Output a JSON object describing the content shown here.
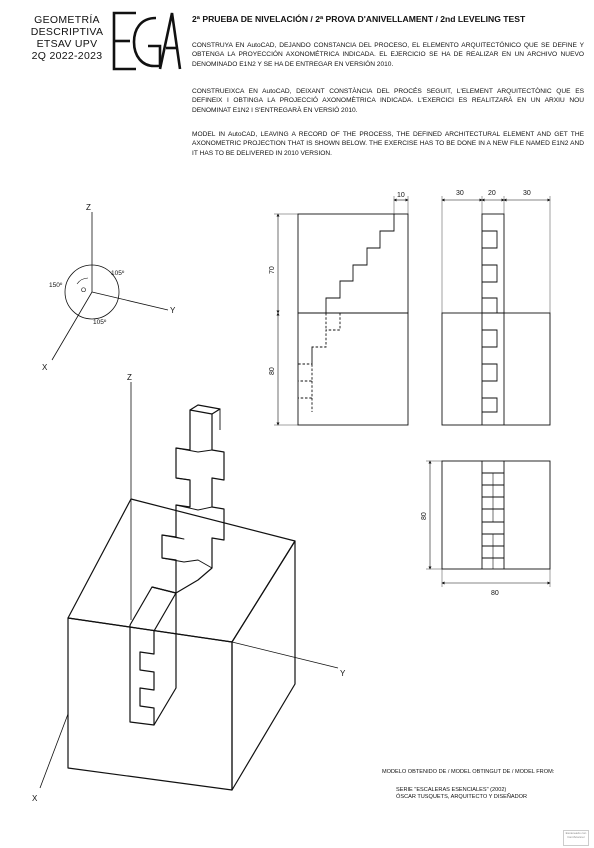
{
  "header": {
    "lines": [
      "GEOMETRÍA",
      "DESCRIPTIVA",
      "ETSAV UPV",
      "2Q 2022-2023"
    ],
    "title": "2ª PRUEBA DE NIVELACIÓN / 2ª PROVA D'ANIVELLAMENT / 2nd LEVELING TEST"
  },
  "instructions": {
    "es": "CONSTRUYA EN AutoCAD, DEJANDO CONSTANCIA DEL PROCESO, EL ELEMENTO ARQUITECTÓNICO QUE SE DEFINE Y OBTENGA LA PROYECCIÓN AXONOMÉTRICA INDICADA. EL EJERCICIO SE HA DE REALIZAR EN UN ARCHIVO NUEVO DENOMINADO E1N2 Y SE HA DE ENTREGAR EN VERSIÓN 2010.",
    "ca": "CONSTRUEIXCA EN AutoCAD, DEIXANT CONSTÀNCIA DEL PROCÉS SEGUIT, L'ELEMENT ARQUITECTÒNIC QUE ES DEFINEIX I OBTINGA LA PROJECCIÓ AXONOMÈTRICA INDICADA. L'EXERCICI ES REALITZARÀ EN UN ARXIU NOU DENOMINAT E1N2 I S'ENTREGARÀ EN VERSIÓ 2010.",
    "en": "MODEL IN AutoCAD, LEAVING A RECORD OF THE PROCESS, THE DEFINED ARCHITECTURAL ELEMENT AND GET THE AXONOMETRIC PROJECTION THAT IS SHOWN BELOW. THE EXERCISE HAS TO BE DONE IN A NEW FILE NAMED E1N2 AND IT HAS TO BE DELIVERED IN 2010 VERSION."
  },
  "axes": {
    "z": "Z",
    "y": "Y",
    "x": "X",
    "origin": "O",
    "angle_left": "150º",
    "angle_right": "105º",
    "angle_bottom": "105º"
  },
  "axo_axes": {
    "z": "Z",
    "y": "Y",
    "x": "X"
  },
  "dimensions": {
    "front_top": "10",
    "front_upper_height": "70",
    "front_lower_height": "80",
    "side_left": "30",
    "side_mid": "20",
    "side_right": "30",
    "plan_height": "80",
    "plan_width": "80"
  },
  "credits": {
    "heading": "MODELO OBTENIDO DE / MODEL OBTINGUT DE / MODEL FROM:",
    "source_line1": "SERIE \"ESCALERAS ESENCIALES\" (2002)",
    "source_line2": "ÓSCAR TUSQUETS, ARQUITECTO Y DISEÑADOR"
  },
  "stamp": "Escaneado con CamScanner"
}
